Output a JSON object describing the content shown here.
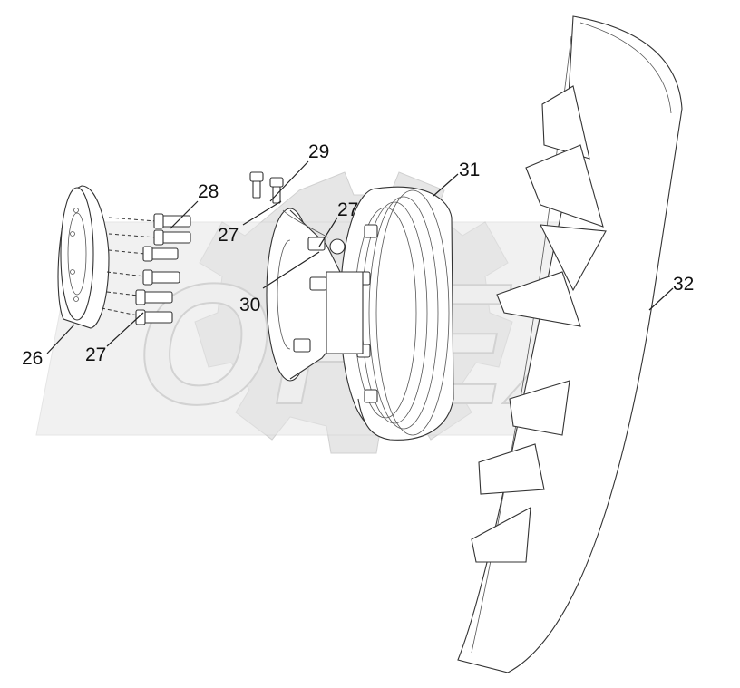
{
  "diagram": {
    "watermark": "OPEX",
    "callouts": [
      "26",
      "27",
      "27",
      "27",
      "28",
      "29",
      "30",
      "31",
      "32"
    ]
  }
}
